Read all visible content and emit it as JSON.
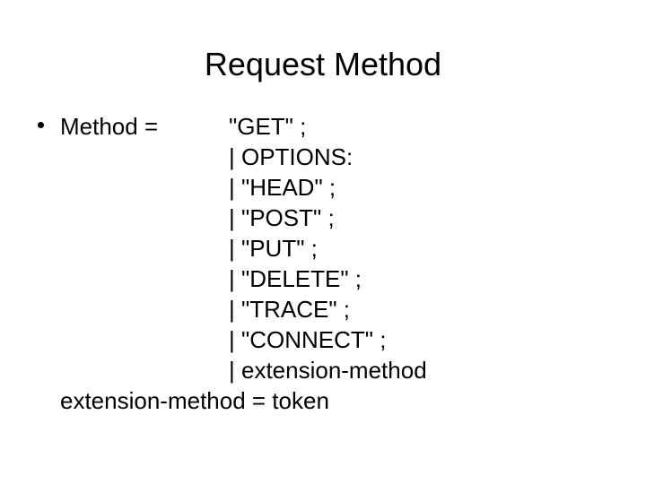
{
  "slide": {
    "title": "Request Method",
    "background_color": "#ffffff",
    "text_color": "#000000"
  },
  "body": {
    "bullet_glyph": "bullet-dot",
    "bullet_label": "Method =",
    "alternatives": [
      "\"GET\" ;",
      "| OPTIONS:",
      "| \"HEAD\" ;",
      "| \"POST\" ;",
      "| \"PUT\" ;",
      "| \"DELETE\" ;",
      "| \"TRACE\" ;",
      "| \"CONNECT\" ;",
      "| extension-method"
    ],
    "trailing_line": "extension-method = token"
  }
}
